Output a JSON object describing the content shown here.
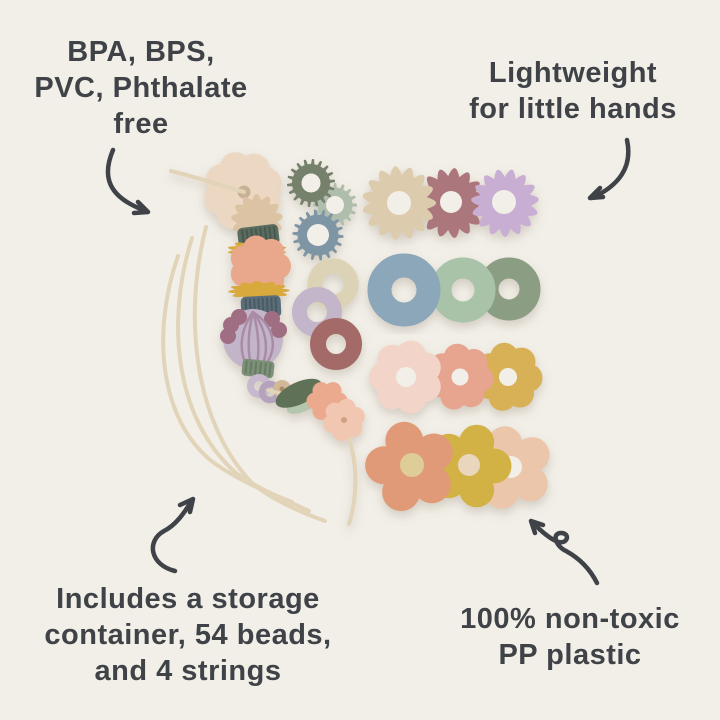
{
  "annotations": {
    "top_left": {
      "lines": [
        "BPA, BPS,",
        "PVC, Phthalate",
        "free"
      ]
    },
    "top_right": {
      "lines": [
        "Lightweight",
        "for little hands"
      ]
    },
    "bottom_left": {
      "lines": [
        "Includes a storage",
        "container, 54 beads,",
        "and 4 strings"
      ]
    },
    "bottom_right": {
      "lines": [
        "100% non-toxic",
        "PP plastic"
      ]
    }
  },
  "palette": {
    "background": "#f2efe8",
    "ink": "#3f4347",
    "string": "#e2d4b8",
    "cream_flower": "#ecd8c2",
    "cream_flower_hole": "#c9b195",
    "tan_daisy": "#dcc3a3",
    "ribbed_dark": "#5a6c5e",
    "ribbed_dark_line": "#49594d",
    "yellow_disc": "#d8a93c",
    "peach_cluster": "#e9a78c",
    "ribbed_slate": "#5b6e79",
    "ribbed_slate_line": "#4a5c66",
    "shell_lavender": "#c3b5c9",
    "shell_line": "#a98ba6",
    "shell_plum": "#a06e82",
    "ribbed_sage": "#7d917a",
    "ribbed_sage_line": "#687c64",
    "ring_lavender_small": "#c6b9ce",
    "ring_lavender_small2": "#b5a3bd",
    "bead_tan": "#d3b897",
    "bead_tan_hole": "#a98a62",
    "saucer_dark": "#5f7258",
    "saucer_mint": "#b4c6ad",
    "flower_peach_small": "#eba98d",
    "flower_blush_small": "#f2c7b1",
    "flower_blush_hole": "#cfa184",
    "gear_dark": "#74816b",
    "gear_light": "#aebdac",
    "gear_blue": "#7e95a5",
    "ring_cream": "#dcd2b6",
    "ring_lavender": "#c3b6cb",
    "ring_mauve": "#a46a68",
    "daisy_cream": "#ddcbae",
    "daisy_rose": "#ac777b",
    "daisy_lavender": "#c9aed4",
    "donut_blue": "#8ca6ba",
    "donut_green": "#a9c3a9",
    "donut_sage": "#8b9e84",
    "puffy_blush": "#f2d4c9",
    "puffy_salmon": "#e7a48e",
    "puffy_mustard": "#d8b156",
    "flat_terracotta": "#e09a77",
    "flat_mustard": "#d2b244",
    "flat_blush": "#ebc6aa",
    "hole_bg": "#f2efe8",
    "hole_mix_yellow": "#decd96",
    "hole_mix_blush": "#e9d6bc"
  },
  "beads": {
    "items": [
      "threaded-bead-string",
      "lacing-strings",
      "gear-beads",
      "small-ring-beads",
      "daisy-disc-beads",
      "donut-beads",
      "puffy-flower-beads",
      "flat-flower-beads"
    ]
  }
}
